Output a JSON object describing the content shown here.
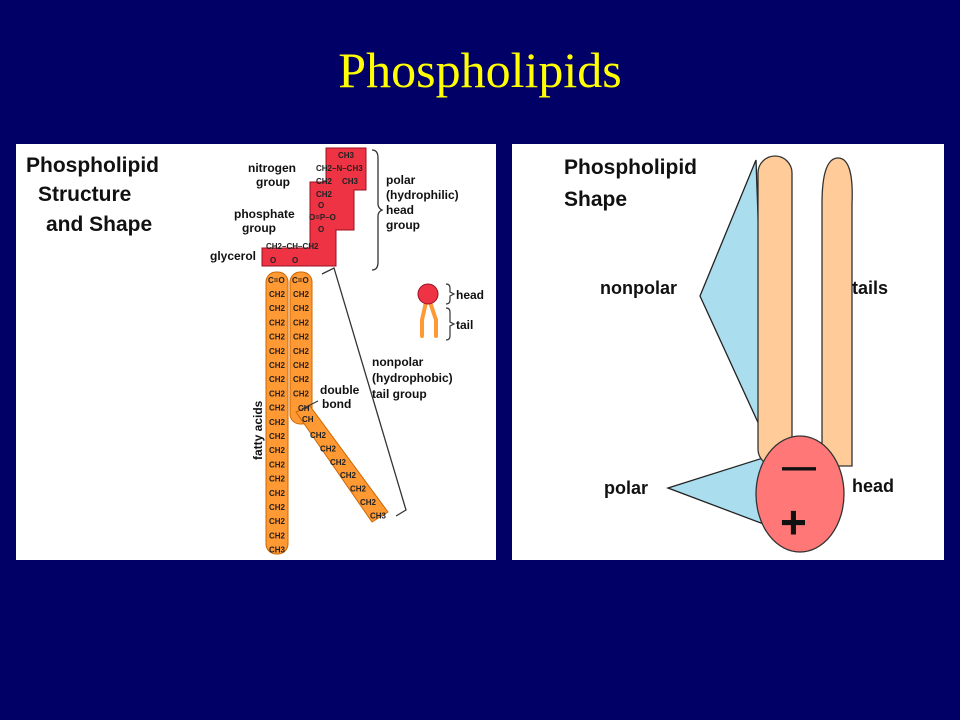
{
  "slide": {
    "title": "Phospholipids"
  },
  "structure_panel": {
    "title_lines": [
      "Phospholipid",
      "Structure",
      "and Shape"
    ],
    "labels": {
      "nitrogen": [
        "nitrogen",
        "group"
      ],
      "phosphate": [
        "phosphate",
        "group"
      ],
      "glycerol": "glycerol",
      "polar_head": [
        "polar",
        "(hydrophilic)",
        "head",
        "group"
      ],
      "nonpolar_tail": [
        "nonpolar",
        "(hydrophobic)",
        "tail group"
      ],
      "double_bond": [
        "double",
        "bond"
      ],
      "fatty_acids": "fatty acids",
      "legend_head": "head",
      "legend_tail": "tail"
    },
    "head_chem": {
      "n_top": "CH3",
      "n_row": "CH2–N–CH3",
      "n_mid": "CH2",
      "n_bot": "CH3",
      "n_ch2": "CH2",
      "p_top": "O",
      "p_mid": "O=P–O",
      "p_bot": "O",
      "g_row": "CH2–CH–CH2",
      "g_o1": "O",
      "g_o2": "O",
      "co1": "C=O",
      "co2": "C=O"
    },
    "chain_left": [
      "CH2",
      "CH2",
      "CH2",
      "CH2",
      "CH2",
      "CH2",
      "CH2",
      "CH2",
      "CH2",
      "CH2",
      "CH2",
      "CH2",
      "CH2",
      "CH2",
      "CH2",
      "CH2",
      "CH2",
      "CH2",
      "CH3"
    ],
    "chain_right_straight": [
      "CH2",
      "CH2",
      "CH2",
      "CH2",
      "CH2",
      "CH2",
      "CH2",
      "CH2"
    ],
    "chain_right_double": [
      "CH",
      "CH"
    ],
    "chain_right_bent": [
      "CH2",
      "CH2",
      "CH2",
      "CH2",
      "CH2",
      "CH2",
      "CH3"
    ]
  },
  "shape_panel": {
    "title_lines": [
      "Phospholipid",
      "Shape"
    ],
    "labels": {
      "nonpolar": "nonpolar",
      "tails": "tails",
      "polar": "polar",
      "head": "head"
    },
    "charges": {
      "minus": "—",
      "plus": "+"
    }
  },
  "colors": {
    "background": "#000066",
    "title": "#ffff00",
    "head_red": "#ee3344",
    "tail_orange": "#ff9933",
    "tail_peach": "#ffcc99",
    "head_pink": "#ff7777",
    "wedge_blue": "#aaddee"
  }
}
